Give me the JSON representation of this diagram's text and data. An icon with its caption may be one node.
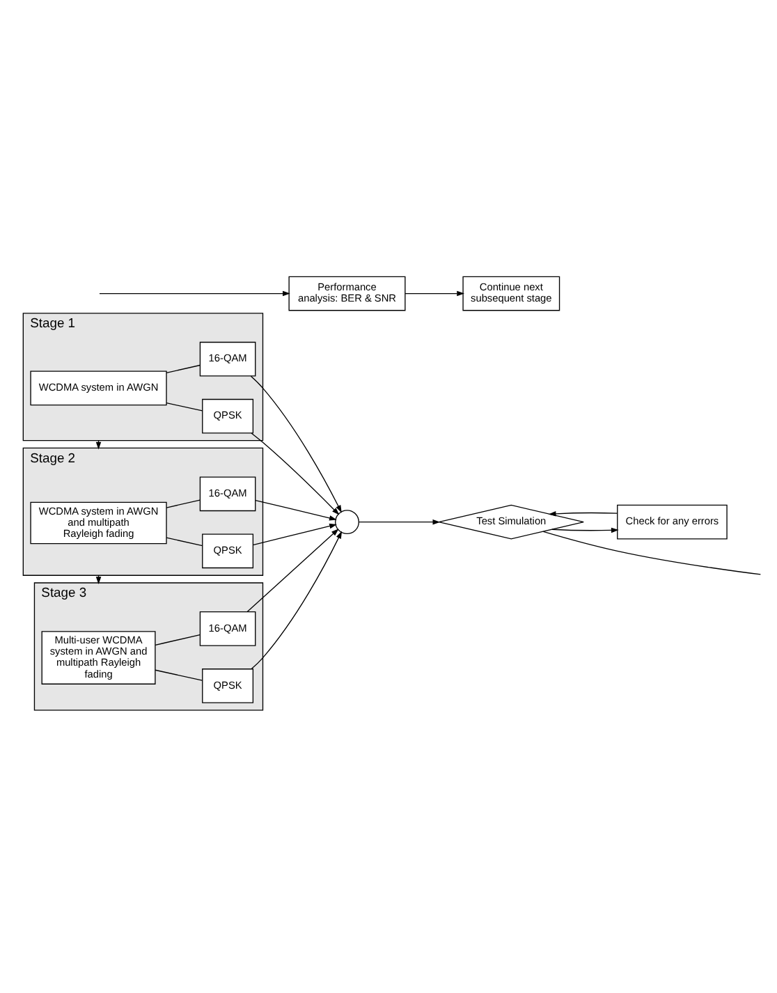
{
  "diagram": {
    "nodes": [
      {
        "text": [
          "Stage 1"
        ]
      },
      {
        "text": [
          "WCDMA system in AWGN"
        ],
        "in": 0
      },
      {
        "text": [
          "QPSK"
        ],
        "in": 0
      },
      {
        "text": [
          "16-QAM"
        ],
        "in": 0
      },
      {
        "text": [
          "Stage 2"
        ]
      },
      {
        "text": [
          "WCDMA system in AWGN and multipath Rayleigh fading"
        ],
        "in": 4
      },
      {
        "text": [
          "QPSK"
        ],
        "in": 4
      },
      {
        "text": [
          "16-QAM"
        ],
        "in": 4
      },
      {
        "text": [
          "Stage 3"
        ]
      },
      {
        "text": [
          "Multi-user WCDMA system in AWGN and multipath Rayleigh fading"
        ],
        "in": 8
      },
      {
        "text": [
          "QPSK"
        ],
        "in": 8
      },
      {
        "text": [
          "16-QAM"
        ],
        "in": 8
      },
      {
        "text": [],
        "shape": "circle"
      },
      {
        "text": [
          "Test Simulation"
        ]
      },
      {
        "text": [
          "Check for any errors"
        ]
      },
      {
        "text": [
          "Performance analysis: BER & SNR"
        ]
      },
      {
        "text": [
          "Continue next subsequent stage"
        ]
      }
    ],
    "edges": [
      {
        "from": 1,
        "to": 2,
        "arrow": "none"
      },
      {
        "from": 1,
        "to": 3,
        "arrow": "none"
      },
      {
        "from": 0,
        "to": 4,
        "arrow": "to"
      },
      {
        "from": 5,
        "to": 6,
        "arrow": "none"
      },
      {
        "from": 5,
        "to": 7,
        "arrow": "none"
      },
      {
        "from": 4,
        "to": 8,
        "arrow": "to"
      },
      {
        "from": 9,
        "to": 10,
        "arrow": "none"
      },
      {
        "from": 9,
        "to": 11,
        "arrow": "none"
      },
      {
        "from": 2,
        "to": 12,
        "arrow": "to"
      },
      {
        "from": 3,
        "to": 12,
        "arrow": "to"
      },
      {
        "from": 6,
        "to": 12,
        "arrow": "to"
      },
      {
        "from": 7,
        "to": 12,
        "arrow": "to"
      },
      {
        "from": 10,
        "to": 12,
        "arrow": "to"
      },
      {
        "from": 11,
        "to": 12,
        "arrow": "to"
      },
      {
        "from": 12,
        "to": 13,
        "arrow": "to"
      },
      {
        "from": 13,
        "to": 14,
        "arrow": "to"
      },
      {
        "from": 14,
        "to": 13,
        "arrow": "to"
      },
      {
        "from": 13,
        "to": null,
        "arrow": "none"
      },
      {
        "from": null,
        "to": 15,
        "arrow": "to"
      },
      {
        "from": 15,
        "to": 16,
        "arrow": "to"
      }
    ]
  }
}
